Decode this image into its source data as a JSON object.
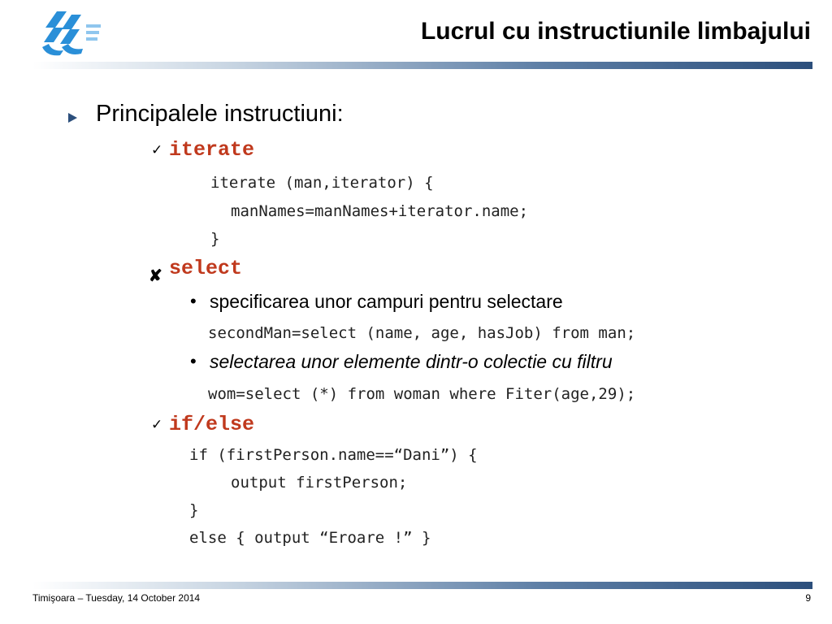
{
  "header": {
    "title": "Lucrul cu instructiunile limbajului",
    "logo_icon": "institution-logo-icon"
  },
  "content": {
    "heading": "Principalele instructiuni:",
    "iterate": {
      "keyword": "iterate",
      "code": [
        "iterate (man,iterator) {",
        "manNames=manNames+iterator.name;",
        "}"
      ]
    },
    "select": {
      "keyword": "select",
      "bullet1": "specificarea unor campuri pentru selectare",
      "code1": "secondMan=select (name, age, hasJob) from man;",
      "bullet2": "selectarea unor elemente dintr-o colectie cu filtru",
      "code2": "wom=select (*) from woman where Fiter(age,29);"
    },
    "ifelse": {
      "keyword": "if/else",
      "code": [
        "if (firstPerson.name==“Dani”) {",
        "output firstPerson;",
        "}",
        "else { output “Eroare !” }"
      ]
    }
  },
  "footer": {
    "left": "Timişoara – Tuesday, 14 October 2014",
    "page": "9"
  },
  "colors": {
    "keyword": "#c0391d",
    "rule_dark": "#2c4f7c",
    "logo": "#2a8fd8"
  }
}
